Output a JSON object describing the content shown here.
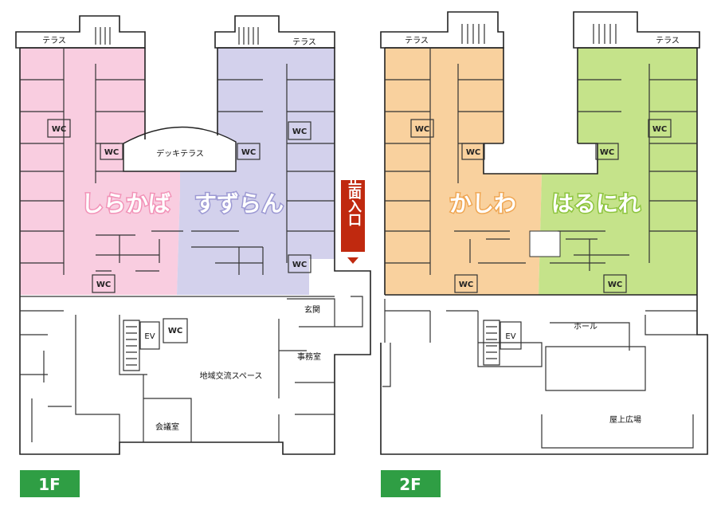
{
  "colors": {
    "shirakaba": "#f9cde0",
    "suzuran": "#d3d1ec",
    "kashiwa": "#f9d19e",
    "harunire": "#c5e38a",
    "badge": "#2f9e44",
    "entrance": "#c0290f",
    "wall": "#222222"
  },
  "floor1": {
    "badge": "1F",
    "units": {
      "shirakaba": "しらかば",
      "suzuran": "すずらん"
    },
    "labels": {
      "terrace_left": "テラス",
      "terrace_right": "テラス",
      "deck_terrace": "デッキテラス",
      "entrance_hall": "玄関",
      "office": "事務室",
      "community_space": "地域交流スペース",
      "meeting_room": "会議室",
      "elevator": "EV"
    },
    "wc": [
      "WC",
      "WC",
      "WC",
      "WC",
      "WC",
      "WC",
      "WC"
    ],
    "main_entrance": "正面入口"
  },
  "floor2": {
    "badge": "2F",
    "units": {
      "kashiwa": "かしわ",
      "harunire": "はるにれ"
    },
    "labels": {
      "terrace_left": "テラス",
      "terrace_right": "テラス",
      "hall": "ホール",
      "rooftop_plaza": "屋上広場",
      "elevator": "EV"
    },
    "wc": [
      "WC",
      "WC",
      "WC",
      "WC",
      "WC",
      "WC"
    ]
  }
}
